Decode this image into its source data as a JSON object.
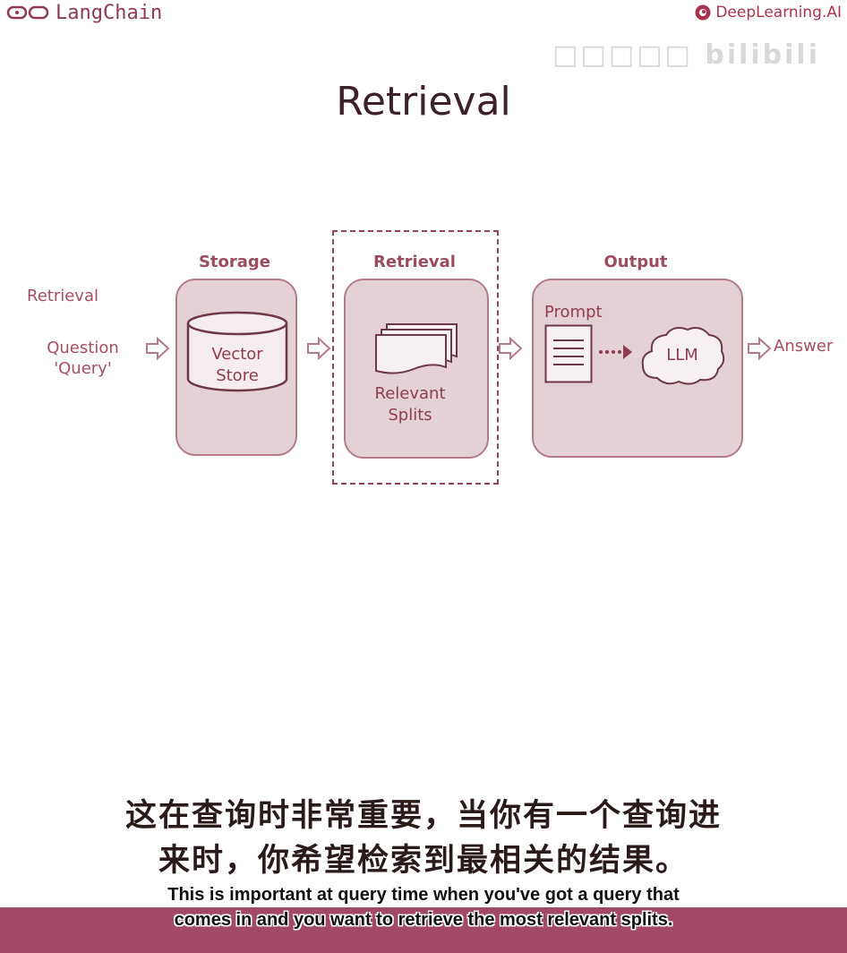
{
  "header": {
    "left_brand": "LangChain",
    "right_brand": "DeepLearning.AI",
    "watermark": "□□□□□  bilibili"
  },
  "slide": {
    "title": "Retrieval",
    "side_label": "Retrieval",
    "question_line1": "Question",
    "question_line2": "'Query'",
    "storage_heading": "Storage",
    "storage_text_line1": "Vector",
    "storage_text_line2": "Store",
    "retrieval_heading": "Retrieval",
    "retrieval_text_line1": "Relevant",
    "retrieval_text_line2": "Splits",
    "output_heading": "Output",
    "prompt_label": "Prompt",
    "llm_label": "LLM",
    "answer_label": "Answer"
  },
  "subtitles": {
    "zh_line1": "这在查询时非常重要，当你有一个查询进",
    "zh_line2": "来时，你希望检索到最相关的结果。",
    "en_line1": "This is important at query time when you've got a query that",
    "en_line2": "comes in and you want to retrieve the most relevant splits."
  },
  "colors": {
    "accent": "#9b4d5f",
    "box_fill": "#e4d1d6",
    "subtitle_bar": "#a24965"
  }
}
